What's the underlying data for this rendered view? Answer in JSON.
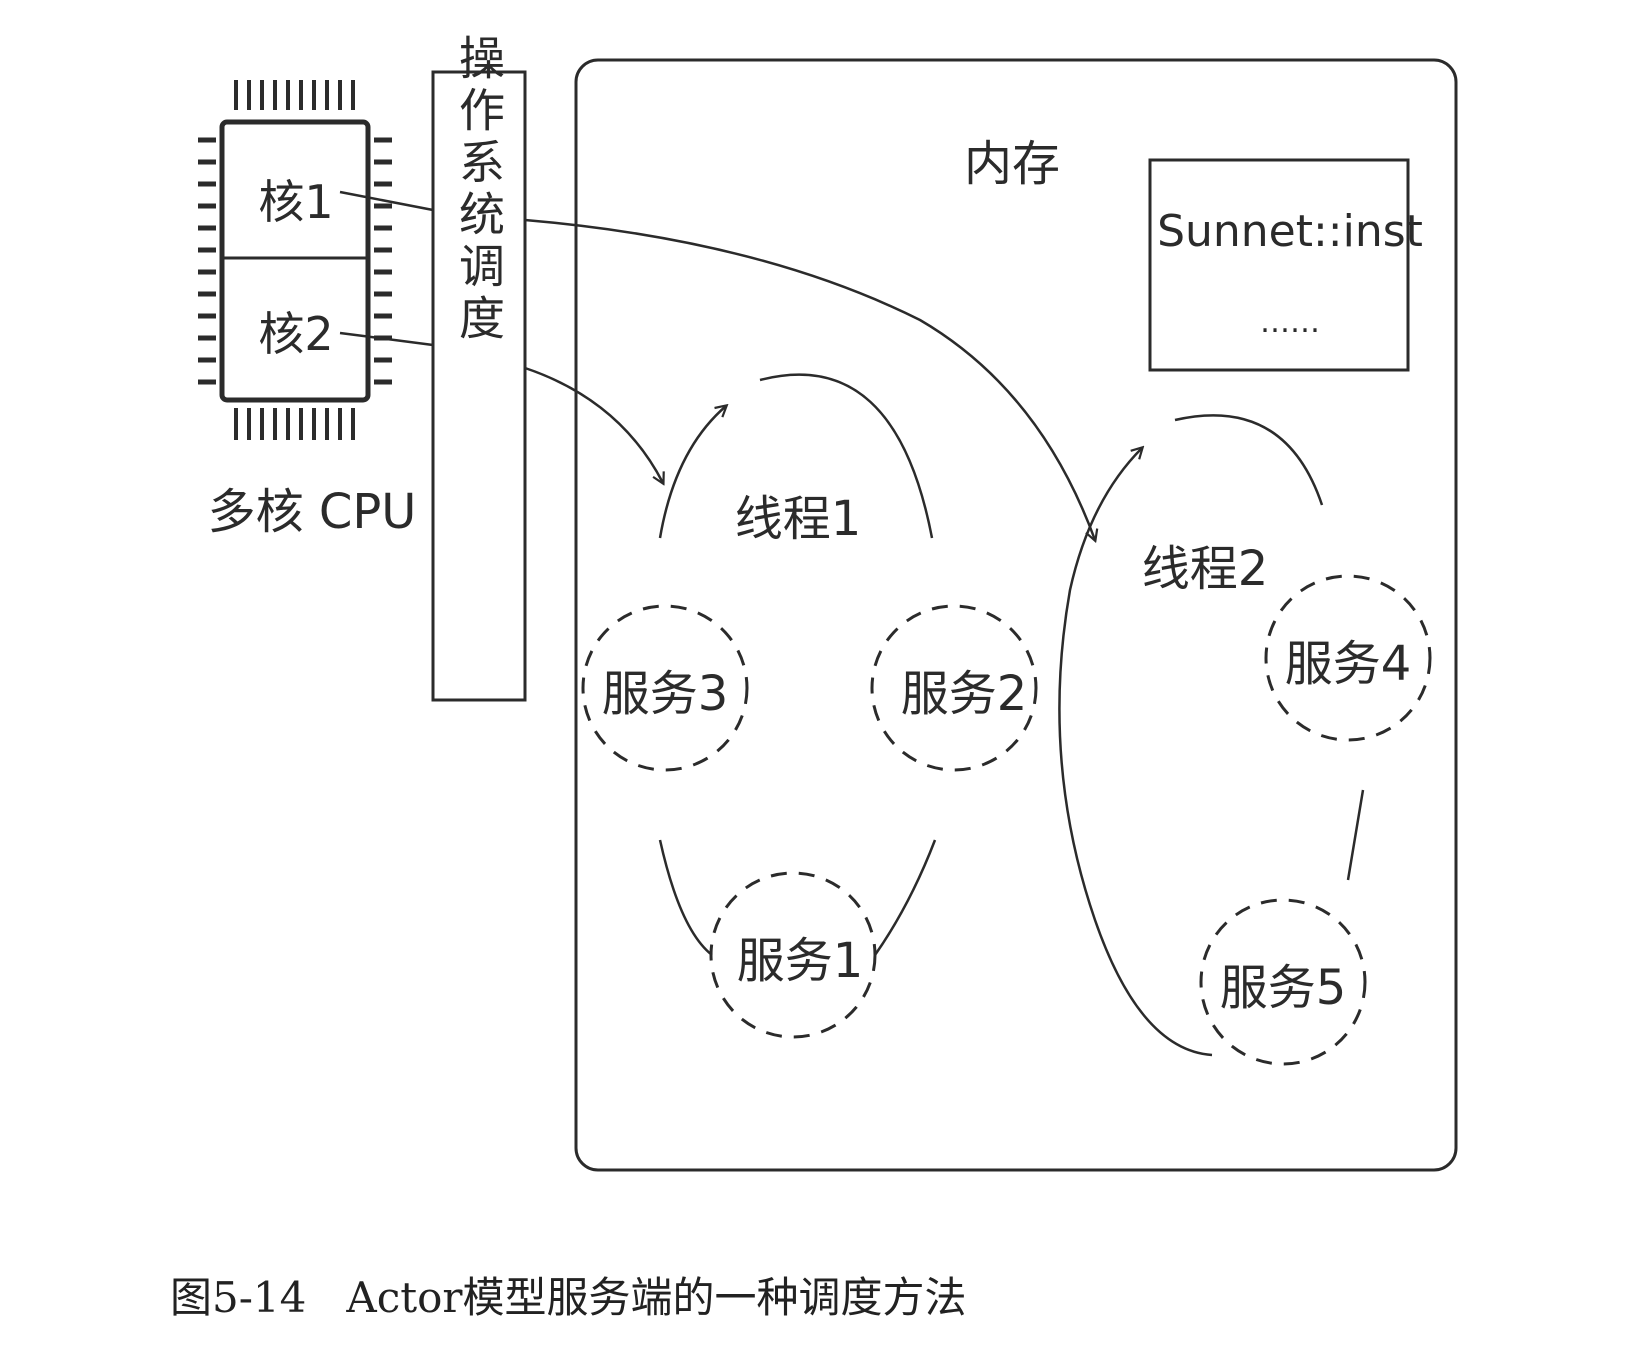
{
  "diagram": {
    "cpu": {
      "core1": "核1",
      "core2": "核2",
      "label": "多核 CPU"
    },
    "os_scheduler": {
      "label": "操作系统调度"
    },
    "memory": {
      "label": "内存",
      "inst_box": {
        "line1": "Sunnet::inst",
        "line2": "……"
      },
      "threads": [
        {
          "label": "线程1"
        },
        {
          "label": "线程2"
        }
      ],
      "services": [
        {
          "label": "服务1"
        },
        {
          "label": "服务2"
        },
        {
          "label": "服务3"
        },
        {
          "label": "服务4"
        },
        {
          "label": "服务5"
        }
      ]
    },
    "caption": "图5-14   Actor模型服务端的一种调度方法",
    "colors": {
      "stroke": "#2b2b2b",
      "background": "#ffffff"
    }
  }
}
